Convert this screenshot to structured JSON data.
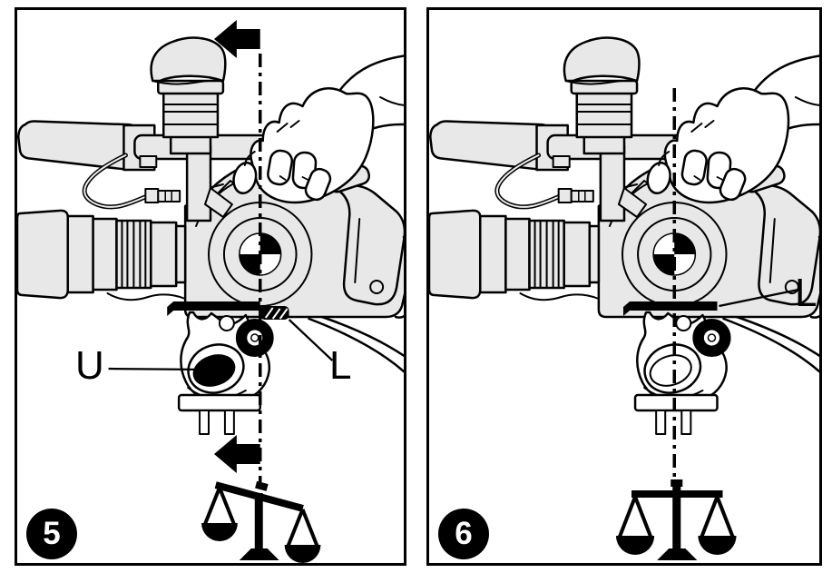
{
  "figure": {
    "type": "instruction-diagram",
    "subject": "camcorder-balancing-on-tripod-fluid-head",
    "background_color": "#ffffff",
    "line_color": "#000000",
    "camera_fill_color": "#e8e8e8",
    "panels": [
      {
        "number": "5",
        "labels": {
          "u": "U",
          "l": "L"
        },
        "scale_state": "unbalanced",
        "arrow_direction": "left",
        "icons": [
          "left-arrow-icon",
          "center-of-gravity-icon",
          "balance-scale-unbalanced-icon"
        ]
      },
      {
        "number": "6",
        "labels": {
          "l": "L"
        },
        "scale_state": "balanced",
        "icons": [
          "center-of-gravity-icon",
          "balance-scale-balanced-icon"
        ]
      }
    ]
  }
}
